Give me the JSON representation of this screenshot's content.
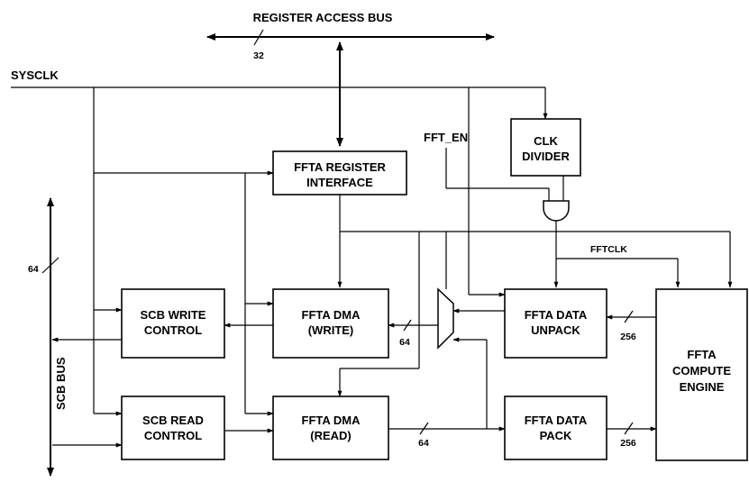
{
  "signals": {
    "register_access_bus": "REGISTER ACCESS BUS",
    "sysclk": "SYSCLK",
    "fft_en": "FFT_EN",
    "fftclk": "FFTCLK",
    "scb_bus": "SCB BUS"
  },
  "bus_widths": {
    "reg_bus": "32",
    "scb_bus": "64",
    "dma_write": "64",
    "dma_read": "64",
    "unpack": "256",
    "pack": "256"
  },
  "blocks": {
    "clk_divider": [
      "CLK",
      "DIVIDER"
    ],
    "register_interface": [
      "FFTA REGISTER",
      "INTERFACE"
    ],
    "scb_write": [
      "SCB WRITE",
      "CONTROL"
    ],
    "dma_write": [
      "FFTA DMA",
      "(WRITE)"
    ],
    "data_unpack": [
      "FFTA DATA",
      "UNPACK"
    ],
    "compute_engine": [
      "FFTA",
      "COMPUTE",
      "ENGINE"
    ],
    "scb_read": [
      "SCB READ",
      "CONTROL"
    ],
    "dma_read": [
      "FFTA DMA",
      "(READ)"
    ],
    "data_pack": [
      "FFTA DATA",
      "PACK"
    ]
  }
}
